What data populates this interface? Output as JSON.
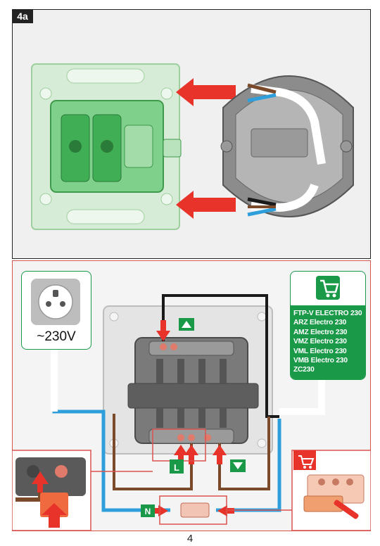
{
  "step_badge": "4a",
  "page_number": "4",
  "socket_icon": {
    "voltage": "~230V"
  },
  "products": {
    "icon": "cart-icon",
    "items": [
      "FTP-V ELECTRO 230",
      "ARZ Electro 230",
      "AMZ Electro 230",
      "VMZ Electro 230",
      "VML Electro 230",
      "VMB Electro 230",
      "ZC230"
    ]
  },
  "wiring": {
    "live_terminal_label": "L",
    "neutral_connector_label": "N"
  },
  "colors": {
    "accent_green": "#1a9a48",
    "arrow_red": "#e8332a",
    "border_red": "#d9534f",
    "wire_brown": "#7a4a2a",
    "wire_blue": "#2f9fdc",
    "wire_black": "#1a1a1a",
    "mechanism_green": "#5cbf6a",
    "frame_green": "#cfe9cf"
  }
}
